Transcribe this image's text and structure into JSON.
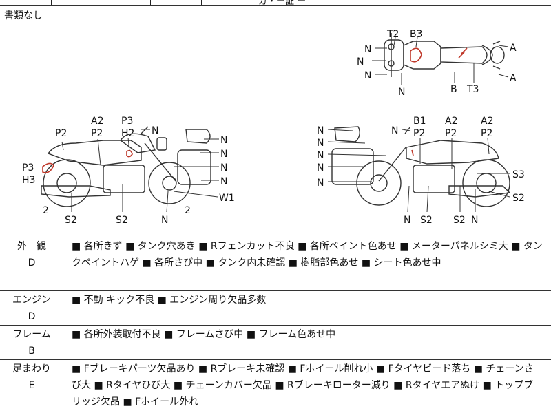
{
  "header": {
    "partial_text": "ガ・ー証  ー",
    "documents_note": "書類なし"
  },
  "diagram": {
    "top_view": {
      "labels": [
        "T2",
        "B3",
        "N",
        "N",
        "N",
        "N",
        "A",
        "A",
        "B",
        "T3"
      ]
    },
    "left_view": {
      "labels": [
        "A2",
        "P2",
        "P2",
        "P3",
        "H2",
        "N",
        "N",
        "N",
        "N",
        "N",
        "P3",
        "H3",
        "W1",
        "2",
        "S2",
        "S2",
        "N",
        "2"
      ]
    },
    "right_view": {
      "labels": [
        "B1",
        "P2",
        "A2",
        "P2",
        "A2",
        "P2",
        "N",
        "N",
        "N",
        "N",
        "N",
        "N",
        "S3",
        "S2",
        "N",
        "S2",
        "S2",
        "N"
      ]
    }
  },
  "sections": [
    {
      "name": "外　観",
      "grade": "D",
      "text": "■ 各所きず ■ タンク穴あき ■ Rフェンカット不良 ■ 各所ペイント色あせ ■ メーターパネルシミ大 ■ タンクペイントハゲ ■ 各所さび中 ■ タンク内未確認 ■ 樹脂部色あせ ■ シート色あせ中"
    },
    {
      "name": "エンジン",
      "grade": "D",
      "text": "■ 不動 キック不良 ■ エンジン周り欠品多数"
    },
    {
      "name": "フレーム",
      "grade": "B",
      "text": "■ 各所外装取付不良 ■ フレームさび中 ■ フレーム色あせ中"
    },
    {
      "name": "足まわり",
      "grade": "E",
      "text": "■ Fブレーキパーツ欠品あり ■ Rブレーキ未確認 ■ Fホイール削れ小 ■ Fタイヤビード落ち ■ チェーンさび大 ■ Rタイヤひび大 ■ チェーンカバー欠品 ■ Rブレーキローター減り ■ Rタイヤエアぬけ ■ トップブリッジ欠品 ■ Fホイール外れ"
    }
  ]
}
